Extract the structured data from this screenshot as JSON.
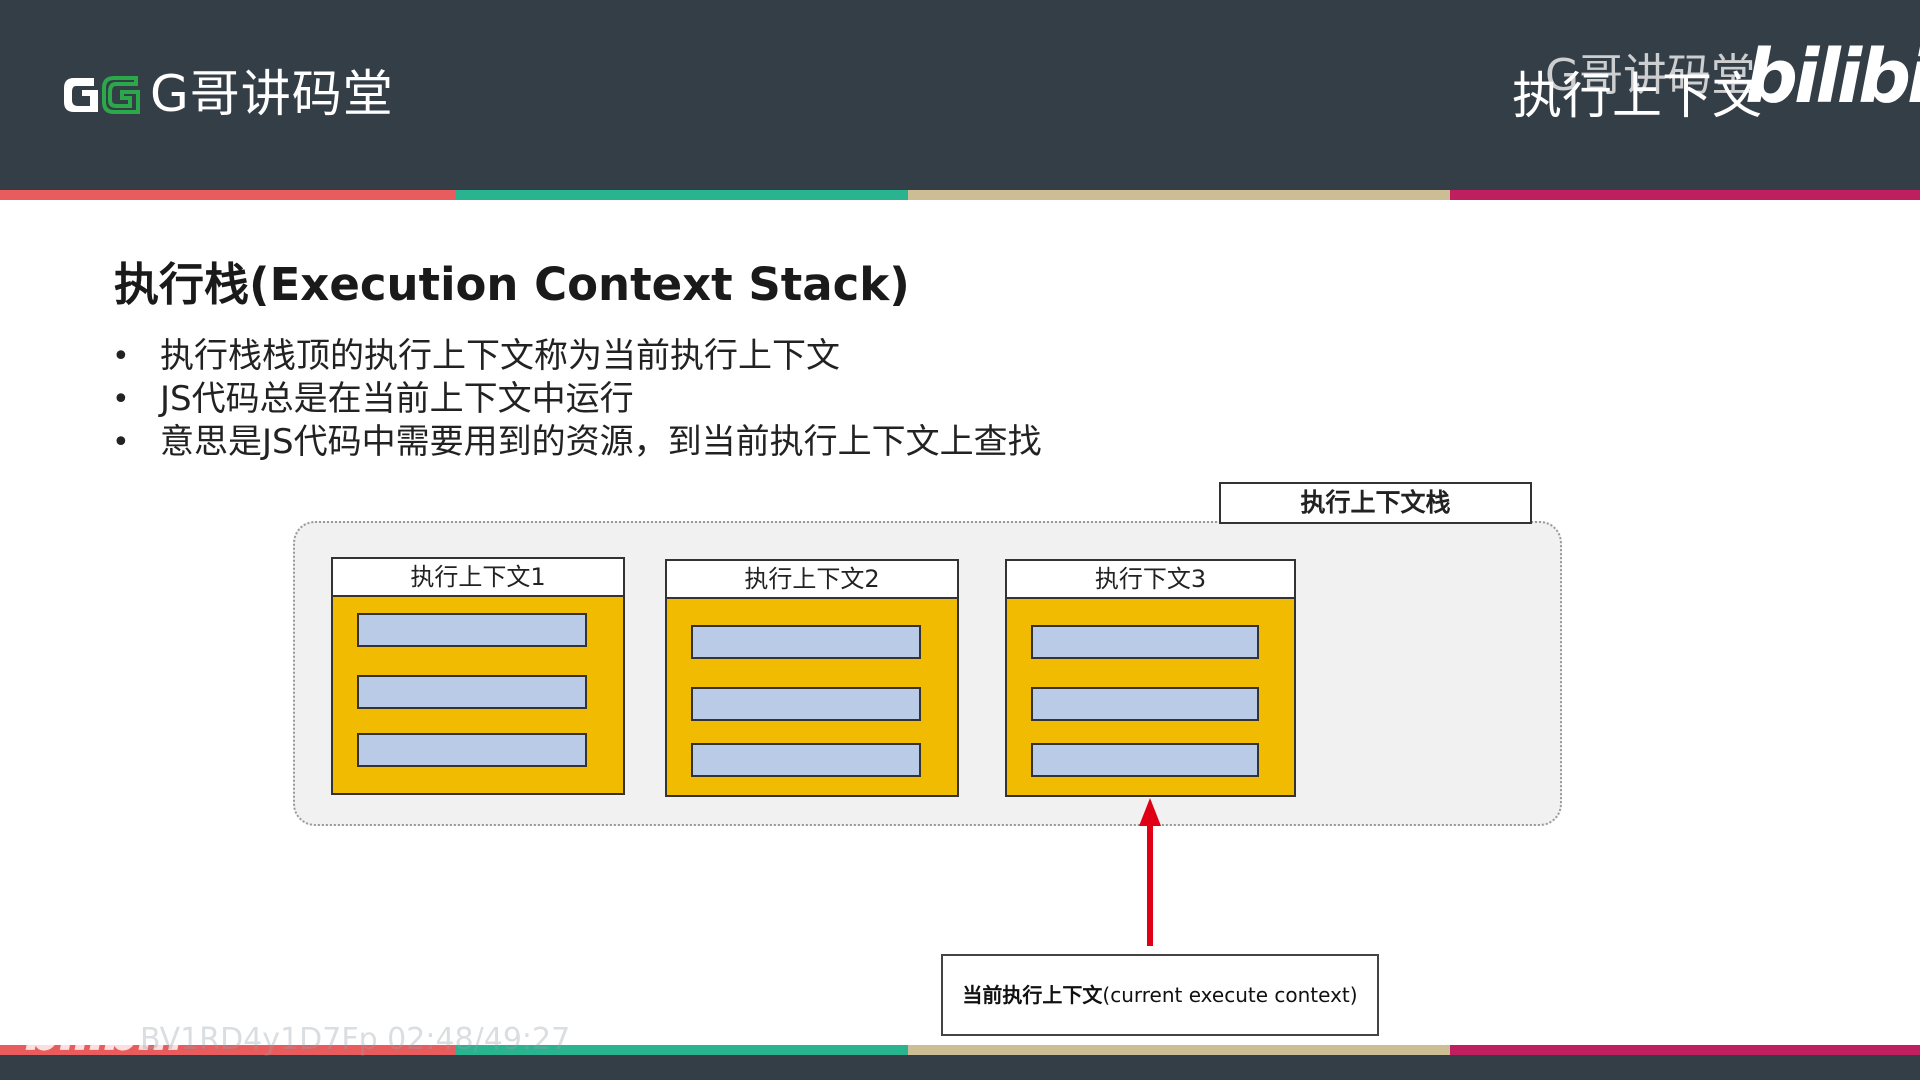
{
  "header": {
    "brand": "G哥讲码堂",
    "watermark": "G哥讲码堂",
    "bilibili_logo": "bilibili",
    "slide_title": "执行上下文"
  },
  "content": {
    "heading": "执行栈(Execution Context Stack)",
    "bullets": [
      "执行栈栈顶的执行上下文称为当前执行上下文",
      "JS代码总是在当前上下文中运行",
      "意思是JS代码中需要用到的资源，到当前执行上下文上查找"
    ],
    "bullet_symbol": "•"
  },
  "diagram": {
    "stack_label": "执行上下文栈",
    "contexts": [
      {
        "label": "执行上下文1"
      },
      {
        "label": "执行上下文2"
      },
      {
        "label": "执行下文3"
      }
    ],
    "current_label_bold": "当前执行上下文",
    "current_label_rest": "(current  execute context)"
  },
  "footer": {
    "bilibili_logo": "bilibili",
    "video_info": "BV1RD4y1D7Fp 02:48/49:27"
  },
  "colors": {
    "header_bg": "#343e46",
    "context_fill": "#f0bb00",
    "slot_fill": "#b9cbe6",
    "arrow": "#e00016",
    "stripe_red": "#e95c5d",
    "stripe_green": "#2ab38f",
    "stripe_tan": "#cdbd94",
    "stripe_magenta": "#bf1f5f"
  },
  "icons": {
    "logo": "g-brand-logo-icon",
    "arrow": "up-arrow-icon"
  }
}
